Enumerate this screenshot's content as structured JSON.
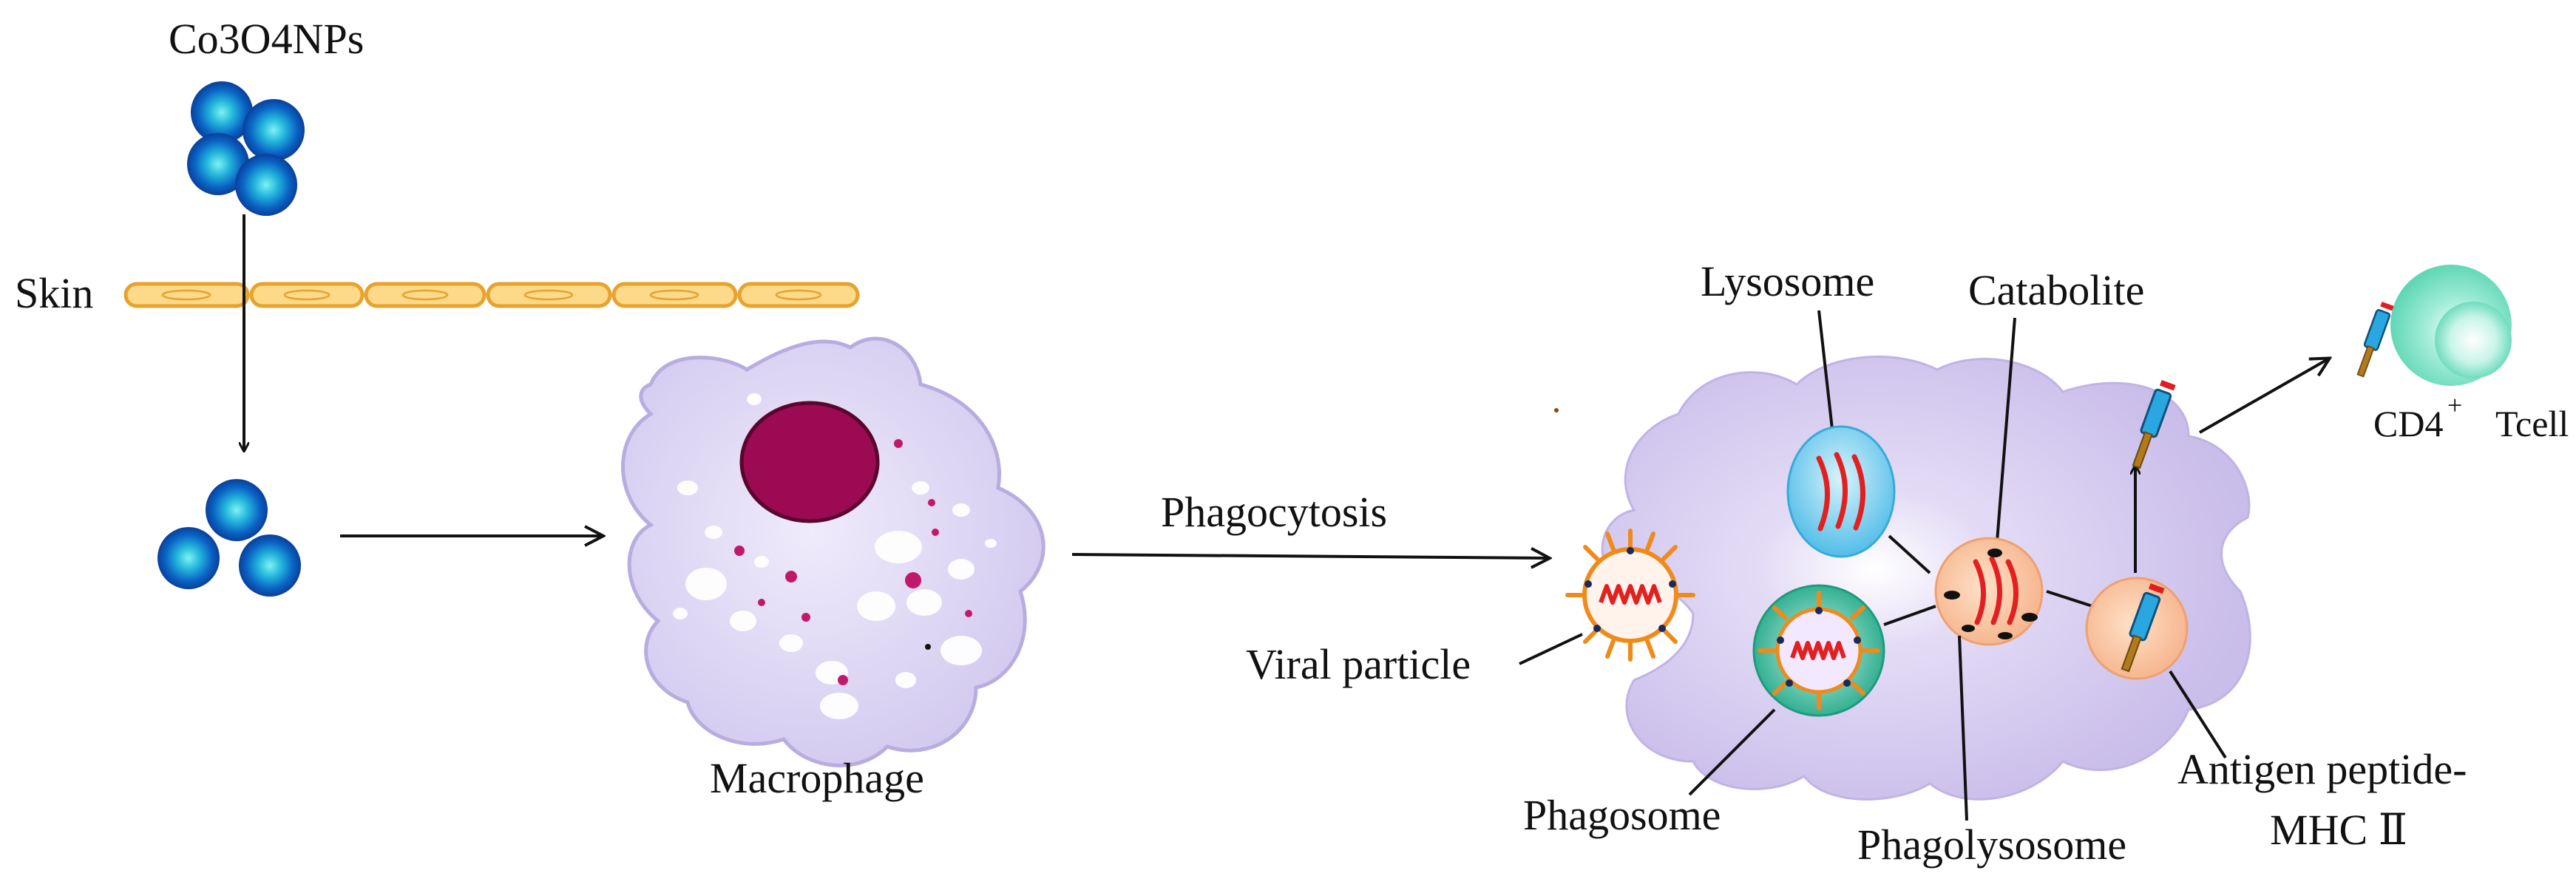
{
  "labels": {
    "nanoparticles": "Co3O4NPs",
    "skin": "Skin",
    "macrophage": "Macrophage",
    "phagocytosis": "Phagocytosis",
    "lysosome": "Lysosome",
    "catabolite": "Catabolite",
    "cd4_main": "CD4",
    "cd4_sup": "+",
    "tcell": "Tcell",
    "viral_particle": "Viral particle",
    "phagosome": "Phagosome",
    "phagolysosome": "Phagolysosome",
    "antigen_line1": "Antigen peptide-",
    "antigen_line2": "MHC  Ⅱ"
  },
  "colors": {
    "nanoparticle": "#0a63c4",
    "nanoparticle_core": "#35d6e8",
    "skin_cell_fill": "#fdd98a",
    "skin_cell_stroke": "#e8a22e",
    "macrophage_fill": "#ddd6f2",
    "macrophage_stroke": "#b8ace0",
    "nucleus": "#9b0a52",
    "granule": "#c2186b",
    "lysosome": "#8ad3f0",
    "phagolysosome": "#f9c7a3",
    "phagosome": "#2fb89a",
    "virus_core": "#e21d1d",
    "virus_spike": "#f08a1a",
    "tcell": "#6fe0c0",
    "arrow": "#111111"
  }
}
